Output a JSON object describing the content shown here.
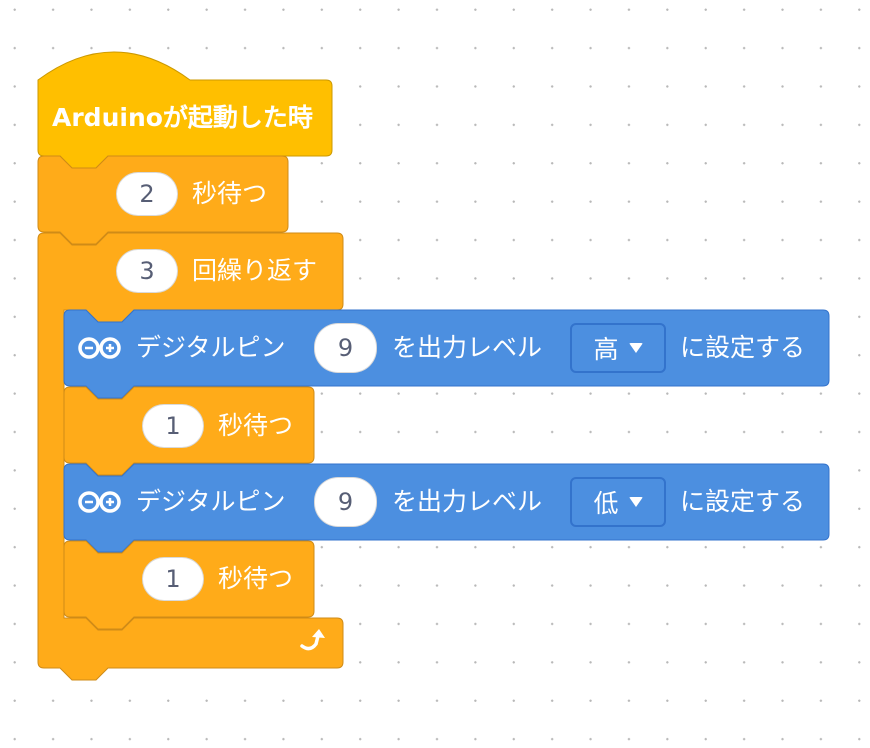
{
  "colors": {
    "hat": "#FFBF00",
    "control": "#FFAB19",
    "arduino": "#4C8FE0"
  },
  "hat": {
    "label": "Arduinoが起動した時"
  },
  "wait1": {
    "value": "2",
    "label": "秒待つ"
  },
  "repeat": {
    "value": "3",
    "label": "回繰り返す",
    "loop_icon": "repeat-arrow-icon"
  },
  "set1": {
    "prefix": "デジタルピン",
    "pin": "9",
    "middle": "を出力レベル",
    "level": "高",
    "suffix": "に設定する",
    "icon": "arduino-icon"
  },
  "wait2": {
    "value": "1",
    "label": "秒待つ"
  },
  "set2": {
    "prefix": "デジタルピン",
    "pin": "9",
    "middle": "を出力レベル",
    "level": "低",
    "suffix": "に設定する",
    "icon": "arduino-icon"
  },
  "wait3": {
    "value": "1",
    "label": "秒待つ"
  }
}
